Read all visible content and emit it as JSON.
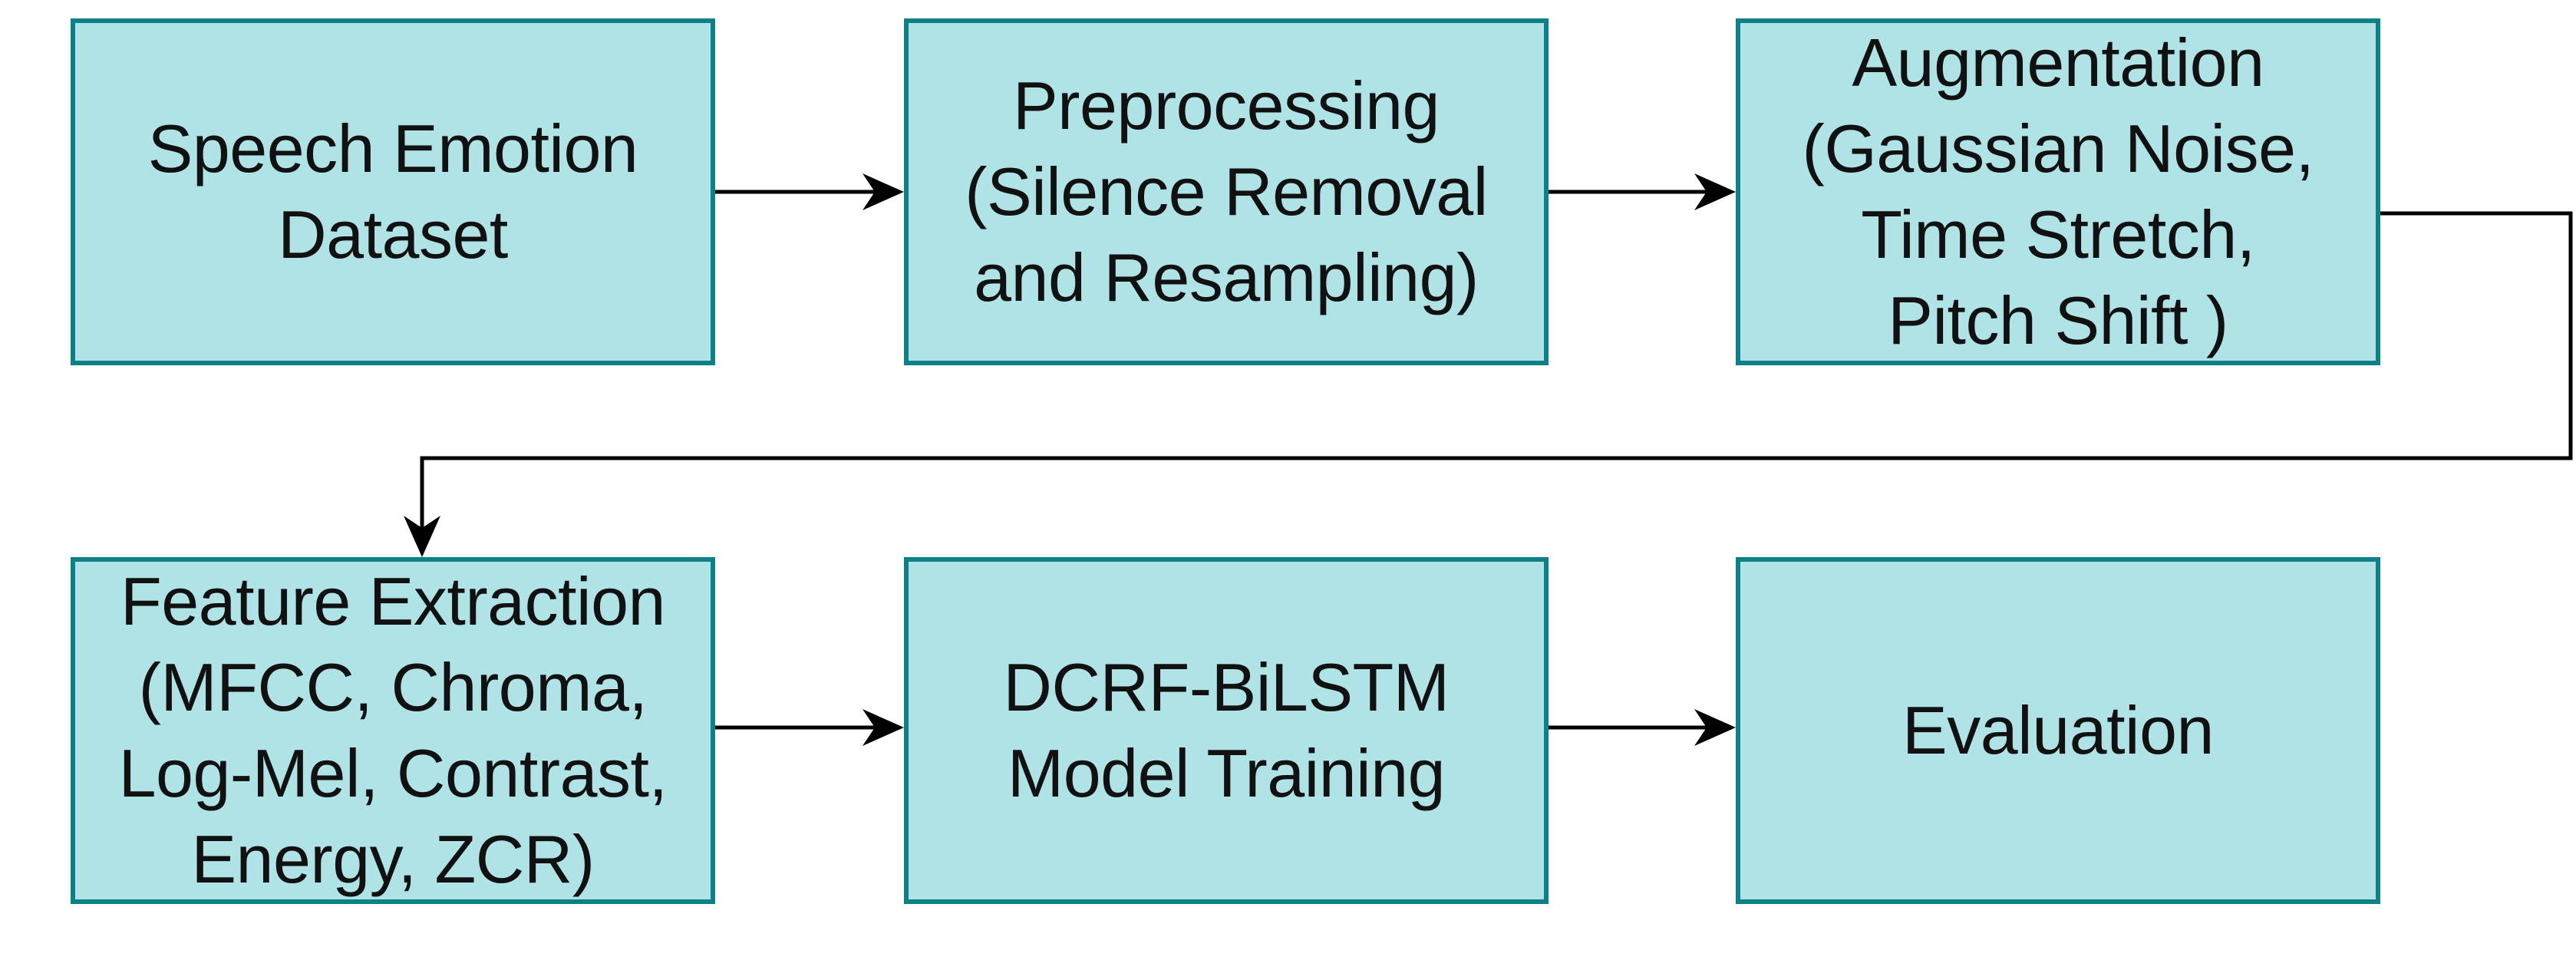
{
  "nodes": [
    {
      "id": "dataset",
      "lines": [
        "Speech Emotion",
        "Dataset"
      ]
    },
    {
      "id": "preprocessing",
      "lines": [
        "Preprocessing",
        "(Silence Removal",
        "and Resampling)"
      ]
    },
    {
      "id": "augmentation",
      "lines": [
        "Augmentation",
        "(Gaussian Noise,",
        "Time Stretch,",
        "Pitch Shift )"
      ]
    },
    {
      "id": "feature_extraction",
      "lines": [
        "Feature Extraction",
        "(MFCC, Chroma,",
        "Log-Mel, Contrast,",
        "Energy, ZCR)"
      ]
    },
    {
      "id": "model_training",
      "lines": [
        "DCRF-BiLSTM",
        "Model Training"
      ]
    },
    {
      "id": "evaluation",
      "lines": [
        "Evaluation"
      ]
    }
  ],
  "edges": [
    {
      "from": "dataset",
      "to": "preprocessing"
    },
    {
      "from": "preprocessing",
      "to": "augmentation"
    },
    {
      "from": "augmentation",
      "to": "feature_extraction"
    },
    {
      "from": "feature_extraction",
      "to": "model_training"
    },
    {
      "from": "model_training",
      "to": "evaluation"
    }
  ],
  "colors": {
    "box_fill": "#b0e3e6",
    "box_border": "#0e8088",
    "arrow": "#000000",
    "text": "#111111"
  }
}
